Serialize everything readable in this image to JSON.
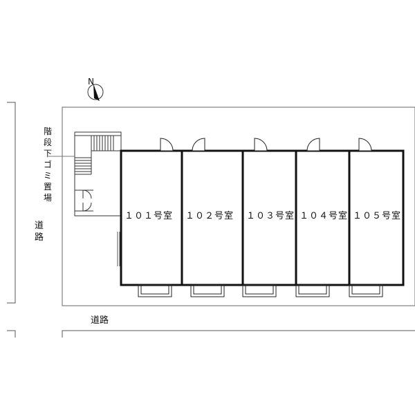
{
  "compass": {
    "label": "N"
  },
  "rooms": [
    {
      "label": "１０１号室"
    },
    {
      "label": "１０２号室"
    },
    {
      "label": "１０３号室"
    },
    {
      "label": "１０４号室"
    },
    {
      "label": "１０５号室"
    }
  ],
  "roads": {
    "left": [
      "道",
      "路"
    ],
    "bottom": "道路"
  },
  "stair_note": [
    "階",
    "段",
    "下",
    "ゴ",
    "ミ",
    "置",
    "場"
  ]
}
